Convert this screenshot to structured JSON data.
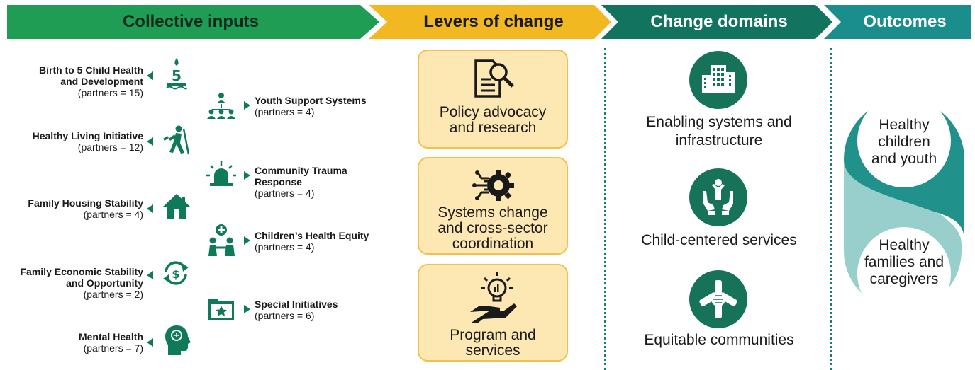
{
  "headers": {
    "collective_inputs": "Collective inputs",
    "levers_of_change": "Levers of change",
    "change_domains": "Change domains",
    "outcomes": "Outcomes"
  },
  "inputs_left": [
    {
      "title": "Birth to 5 Child Health and Development",
      "title_l1": "Birth to 5 Child Health",
      "title_l2": "and Development",
      "partners": "(partners = 15)",
      "icon": "candle-5-icon"
    },
    {
      "title": "Healthy Living Initiative",
      "partners": "(partners = 12)",
      "icon": "hiker-icon"
    },
    {
      "title": "Family Housing Stability",
      "partners": "(partners = 4)",
      "icon": "house-icon"
    },
    {
      "title": "Family Economic Stability and Opportunity",
      "title_l1": "Family Economic Stability",
      "title_l2": "and Opportunity",
      "partners": "(partners = 2)",
      "icon": "dollar-cycle-icon"
    },
    {
      "title": "Mental Health",
      "partners": "(partners = 7)",
      "icon": "head-brain-icon"
    }
  ],
  "inputs_mid": [
    {
      "title": "Youth Support Systems",
      "partners": "(partners = 4)",
      "icon": "people-network-icon"
    },
    {
      "title": "Community Trauma Response",
      "title_l1": "Community Trauma",
      "title_l2": "Response",
      "partners": "(partners = 4)",
      "icon": "siren-icon"
    },
    {
      "title": "Children’s Health Equity",
      "partners": "(partners = 4)",
      "icon": "children-health-icon"
    },
    {
      "title": "Special Initiatives",
      "partners": "(partners = 6)",
      "icon": "folder-star-icon"
    }
  ],
  "levers": [
    {
      "l1": "Policy advocacy",
      "l2": "and research",
      "icon": "document-search-icon"
    },
    {
      "l1": "Systems change",
      "l2": "and cross-sector",
      "l3": "coordination",
      "icon": "gear-circuit-icon"
    },
    {
      "l1": "Program and",
      "l2": "services",
      "icon": "hand-lightbulb-icon"
    }
  ],
  "domains": [
    {
      "l1": "Enabling systems and",
      "l2": "infrastructure",
      "icon": "buildings-icon"
    },
    {
      "l1": "Child-centered services",
      "icon": "hands-child-icon"
    },
    {
      "l1": "Equitable communities",
      "icon": "stacked-hands-icon"
    }
  ],
  "outcomes": [
    {
      "l1": "Healthy",
      "l2": "children",
      "l3": "and youth"
    },
    {
      "l1": "Healthy",
      "l2": "families and",
      "l3": "caregivers"
    }
  ],
  "colors": {
    "green_header": "#1f9d55",
    "yellow_header": "#f2b821",
    "dark_teal_header": "#12735e",
    "teal_header": "#1a8d8d",
    "icon_green": "#0e7a5a",
    "lever_fill": "#fde7b3",
    "lever_border": "#f1c24a",
    "outcome_teal": "#21918c",
    "outcome_light": "#98cfcc"
  }
}
